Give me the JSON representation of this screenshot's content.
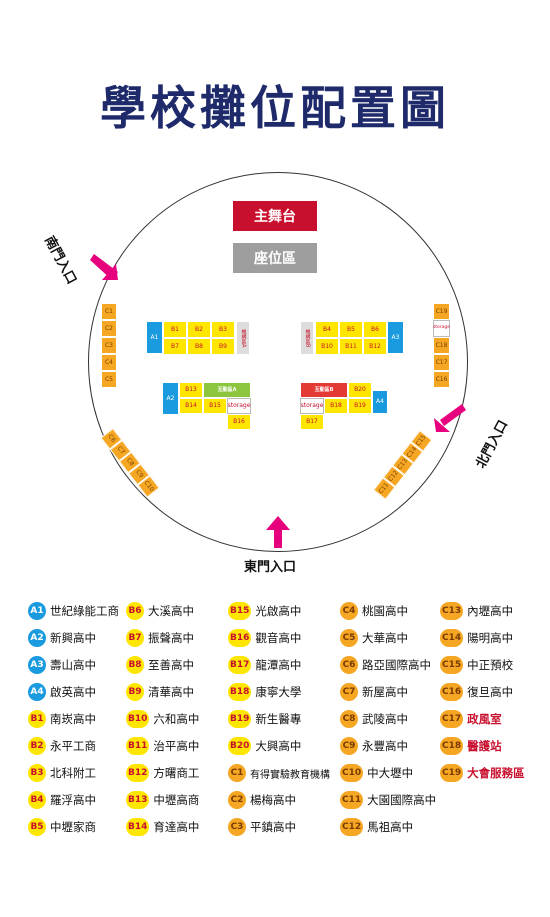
{
  "title": "學校攤位配置圖",
  "stage": "主舞台",
  "seating": "座位區",
  "entrances": {
    "south": "南門入口",
    "north": "北門入口",
    "east": "東門入口"
  },
  "booths": {
    "C1": "C1",
    "C2": "C2",
    "C3": "C3",
    "C4": "C4",
    "C5": "C5",
    "C6": "C6",
    "C7": "C7",
    "C8": "C8",
    "C9": "C9",
    "C10": "C10",
    "C11": "C11",
    "C12": "C12",
    "C13": "C13",
    "C14": "C14",
    "C15": "C15",
    "C16": "C16",
    "C17": "C17",
    "C18": "C18",
    "C19": "C19",
    "A1": "A1",
    "A2": "A2",
    "A3": "A3",
    "A4": "A4",
    "B1": "B1",
    "B2": "B2",
    "B3": "B3",
    "B4": "B4",
    "B5": "B5",
    "B6": "B6",
    "B7": "B7",
    "B8": "B8",
    "B9": "B9",
    "B10": "B10",
    "B11": "B11",
    "B12": "B12",
    "B13": "B13",
    "B14": "B14",
    "B15": "B15",
    "B16": "B16",
    "B17": "B17",
    "B18": "B18",
    "B19": "B19",
    "B20": "B20",
    "storage": "storage",
    "interactA": "互動區A",
    "interactB": "互動區B",
    "labA": "機構區A",
    "labB": "機構區B"
  },
  "legend": [
    {
      "code": "A1",
      "name": "世紀綠能工商",
      "color": "blue"
    },
    {
      "code": "A2",
      "name": "新興高中",
      "color": "blue"
    },
    {
      "code": "A3",
      "name": "壽山高中",
      "color": "blue"
    },
    {
      "code": "A4",
      "name": "啟英高中",
      "color": "blue"
    },
    {
      "code": "B1",
      "name": "南崁高中",
      "color": "yellow"
    },
    {
      "code": "B2",
      "name": "永平工商",
      "color": "yellow"
    },
    {
      "code": "B3",
      "name": "北科附工",
      "color": "yellow"
    },
    {
      "code": "B4",
      "name": "羅浮高中",
      "color": "yellow"
    },
    {
      "code": "B5",
      "name": "中壢家商",
      "color": "yellow"
    },
    {
      "code": "B6",
      "name": "大溪高中",
      "color": "yellow"
    },
    {
      "code": "B7",
      "name": "振聲高中",
      "color": "yellow"
    },
    {
      "code": "B8",
      "name": "至善高中",
      "color": "yellow"
    },
    {
      "code": "B9",
      "name": "清華高中",
      "color": "yellow"
    },
    {
      "code": "B10",
      "name": "六和高中",
      "color": "yellow"
    },
    {
      "code": "B11",
      "name": "治平高中",
      "color": "yellow"
    },
    {
      "code": "B12",
      "name": "方曙商工",
      "color": "yellow"
    },
    {
      "code": "B13",
      "name": "中壢高商",
      "color": "yellow"
    },
    {
      "code": "B14",
      "name": "育達高中",
      "color": "yellow"
    },
    {
      "code": "B15",
      "name": "光啟高中",
      "color": "yellow"
    },
    {
      "code": "B16",
      "name": "觀音高中",
      "color": "yellow"
    },
    {
      "code": "B17",
      "name": "龍潭高中",
      "color": "yellow"
    },
    {
      "code": "B18",
      "name": "康寧大學",
      "color": "yellow"
    },
    {
      "code": "B19",
      "name": "新生醫專",
      "color": "yellow"
    },
    {
      "code": "B20",
      "name": "大興高中",
      "color": "yellow"
    },
    {
      "code": "C1",
      "name": "有得實驗教育機構",
      "color": "orange"
    },
    {
      "code": "C2",
      "name": "楊梅高中",
      "color": "orange"
    },
    {
      "code": "C3",
      "name": "平鎮高中",
      "color": "orange"
    },
    {
      "code": "C4",
      "name": "桃園高中",
      "color": "orange"
    },
    {
      "code": "C5",
      "name": "大華高中",
      "color": "orange"
    },
    {
      "code": "C6",
      "name": "路亞國際高中",
      "color": "orange"
    },
    {
      "code": "C7",
      "name": "新屋高中",
      "color": "orange"
    },
    {
      "code": "C8",
      "name": "武陵高中",
      "color": "orange"
    },
    {
      "code": "C9",
      "name": "永豐高中",
      "color": "orange"
    },
    {
      "code": "C10",
      "name": "中大壢中",
      "color": "orange"
    },
    {
      "code": "C11",
      "name": "大園國際高中",
      "color": "orange"
    },
    {
      "code": "C12",
      "name": "馬祖高中",
      "color": "orange"
    },
    {
      "code": "C13",
      "name": "內壢高中",
      "color": "orange"
    },
    {
      "code": "C14",
      "name": "陽明高中",
      "color": "orange"
    },
    {
      "code": "C15",
      "name": "中正預校",
      "color": "orange"
    },
    {
      "code": "C16",
      "name": "復旦高中",
      "color": "orange"
    },
    {
      "code": "C17",
      "name": "政風室",
      "color": "orange",
      "red": true
    },
    {
      "code": "C18",
      "name": "醫護站",
      "color": "orange",
      "red": true
    },
    {
      "code": "C19",
      "name": "大會服務區",
      "color": "orange",
      "red": true
    }
  ]
}
